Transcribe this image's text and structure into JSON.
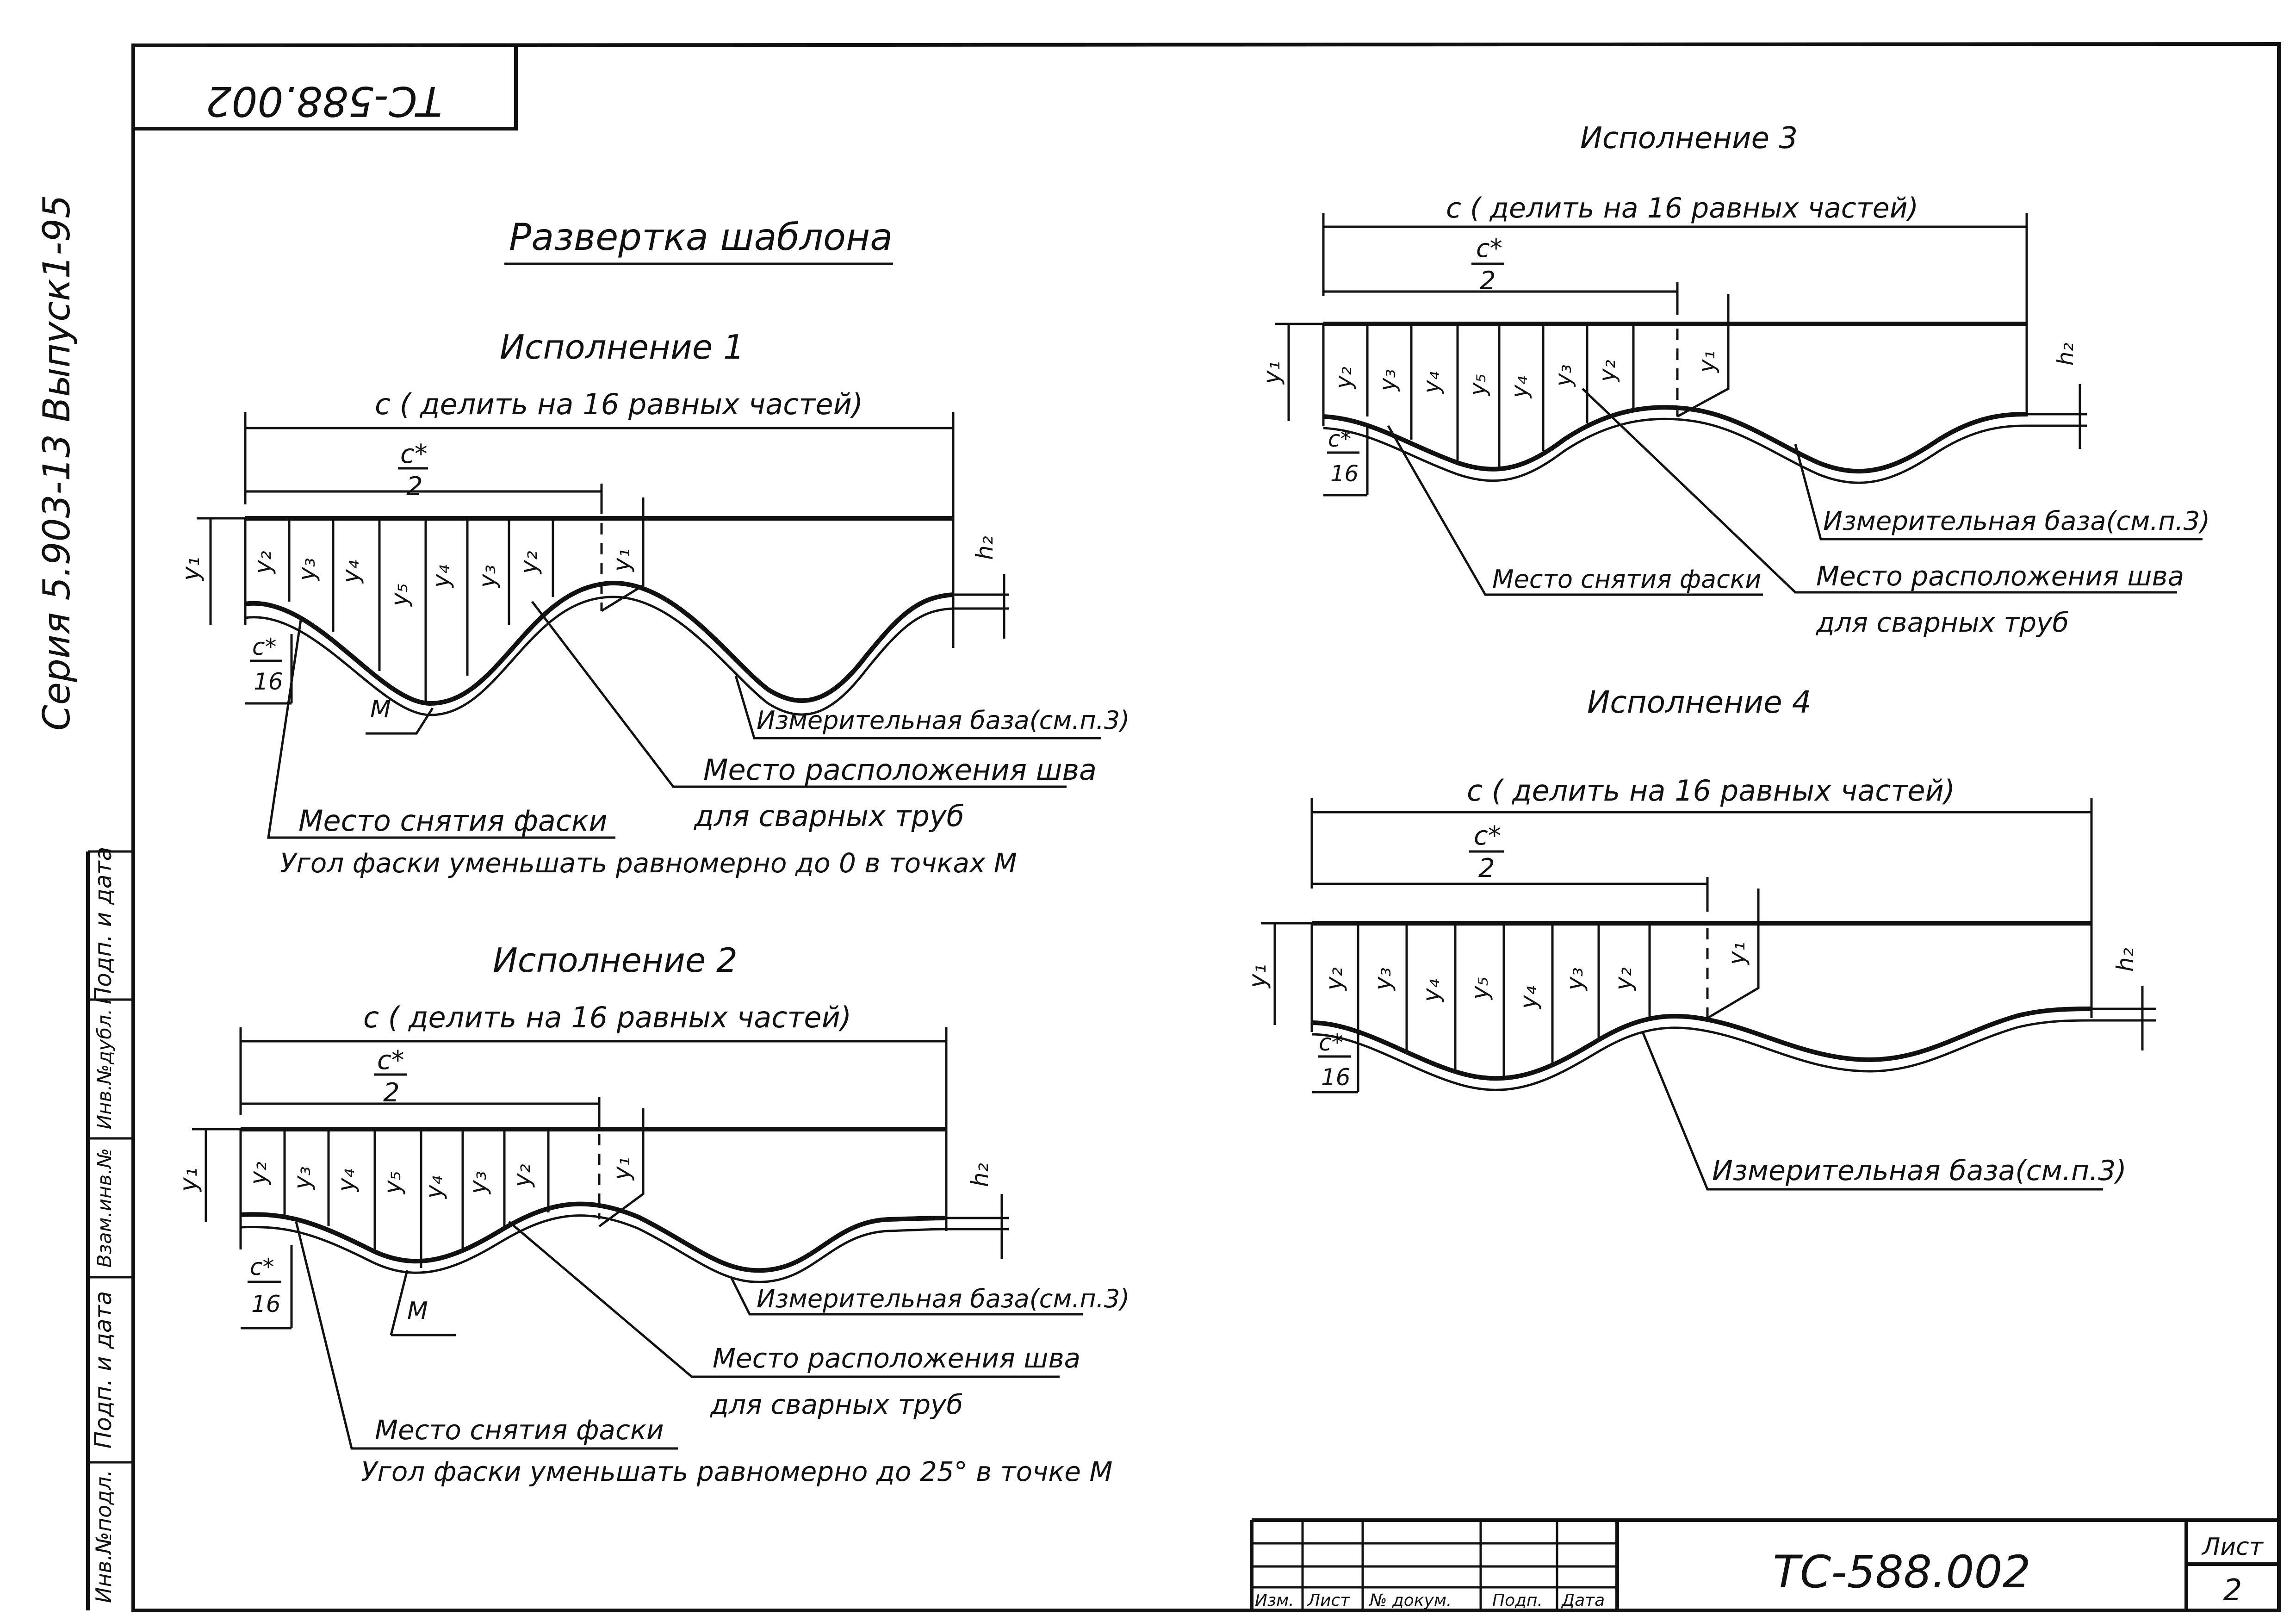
{
  "sheet": {
    "doc_code_corner": "ТС-588.002",
    "series": "Серия 5.903-13 Выпуск1-95",
    "main_title": "Развертка шаблона"
  },
  "side_stamp": {
    "cells": [
      "Подп. и дата",
      "Инв.№дубл.",
      "Взам.инв.№",
      "Подп. и дата",
      "Инв.№подл."
    ]
  },
  "labels": {
    "c_div": "c ( делить на 16 равных частей)",
    "c_star": "c*",
    "two": "2",
    "sixteen": "16",
    "y1": "y₁",
    "y2": "y₂",
    "y3": "y₃",
    "y4": "y₄",
    "y5": "y₅",
    "h2": "h₂",
    "m": "M",
    "meas_base": "Измерительная база(см.п.3)",
    "seam1": "Место расположения шва",
    "seam2": "для сварных труб",
    "chamfer": "Место снятия фаски"
  },
  "variants": [
    {
      "title": "Исполнение 1",
      "note": "Угол фаски уменьшать равномерно до 0  в точках M"
    },
    {
      "title": "Исполнение 2",
      "note": "Угол фаски уменьшать равномерно до 25° в точке M"
    },
    {
      "title": "Исполнение 3"
    },
    {
      "title": "Исполнение 4"
    }
  ],
  "title_block": {
    "headers": [
      "Изм.",
      "Лист",
      "№ докум.",
      "Подп.",
      "Дата"
    ],
    "doc_code": "ТС-588.002",
    "sheet_label": "Лист",
    "sheet_no": "2"
  }
}
